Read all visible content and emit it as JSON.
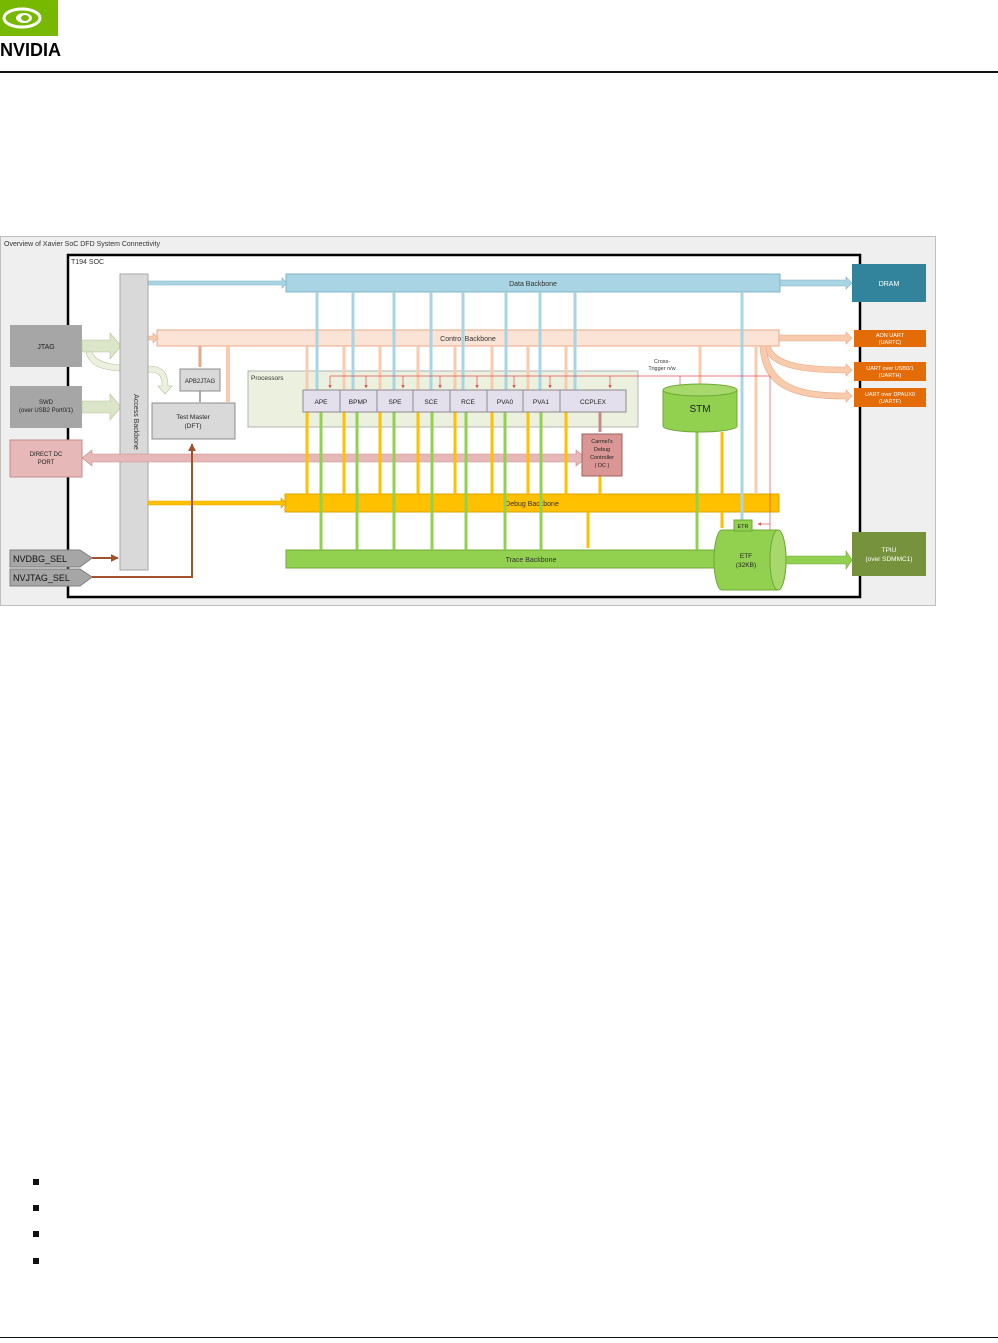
{
  "header": {
    "brand": "NVIDIA",
    "brand_color": "#76b900"
  },
  "diagram": {
    "caption": "Overview of Xavier SoC DFD System Connectivity",
    "soc_label": "T194 SOC",
    "processors_label": "Processors",
    "backbones": {
      "data": "Data Backbone",
      "control": "Control Backbone",
      "debug": "Debug Backbone",
      "trace": "Trace Backbone",
      "access": "Access Backbone"
    },
    "inputs": {
      "jtag": "JTAG",
      "swd": [
        "SWD",
        "(over USB2 Port0/1)"
      ],
      "direct_dc": [
        "DIRECT DC",
        "PORT"
      ],
      "nvdbg_sel": "NVDBG_SEL",
      "nvjtag_sel": "NVJTAG_SEL"
    },
    "blocks": {
      "apb2jtag": "APB2JTAG",
      "test_master": [
        "Test Master",
        "(DFT)"
      ],
      "processors": [
        "APE",
        "BPMP",
        "SPE",
        "SCE",
        "RCE",
        "PVA0",
        "PVA1",
        "CCPLEX"
      ],
      "debug_controller": [
        "Carmel's",
        "Debug",
        "Controller",
        "( DC )"
      ],
      "cross_trigger": [
        "Cross-",
        "Trigger n/w"
      ],
      "stm": "STM",
      "etr": "ETR",
      "etf": [
        "ETF",
        "(32KB)"
      ]
    },
    "outputs": {
      "dram": "DRAM",
      "aon_uart": [
        "AON UART",
        "(UARTC)"
      ],
      "uart_usb": [
        "UART over USB0/1",
        "(UARTH)"
      ],
      "uart_dp": [
        "UART over DPAUX0",
        "(UARTF)"
      ],
      "tpiu": [
        "TPIU",
        "(over SDMMC1)"
      ]
    },
    "colors": {
      "data": "#a9d4e3",
      "control": "#f8cbad",
      "debug": "#ffc000",
      "trace": "#92d050",
      "dram": "#31849b",
      "uart": "#e36c09",
      "tpiu": "#76923c",
      "grey": "#a6a6a6",
      "input_arrow": "#dbe5c8",
      "dc": "#da9694",
      "processor": "#e4dfec",
      "brown": "#a0522d"
    }
  }
}
